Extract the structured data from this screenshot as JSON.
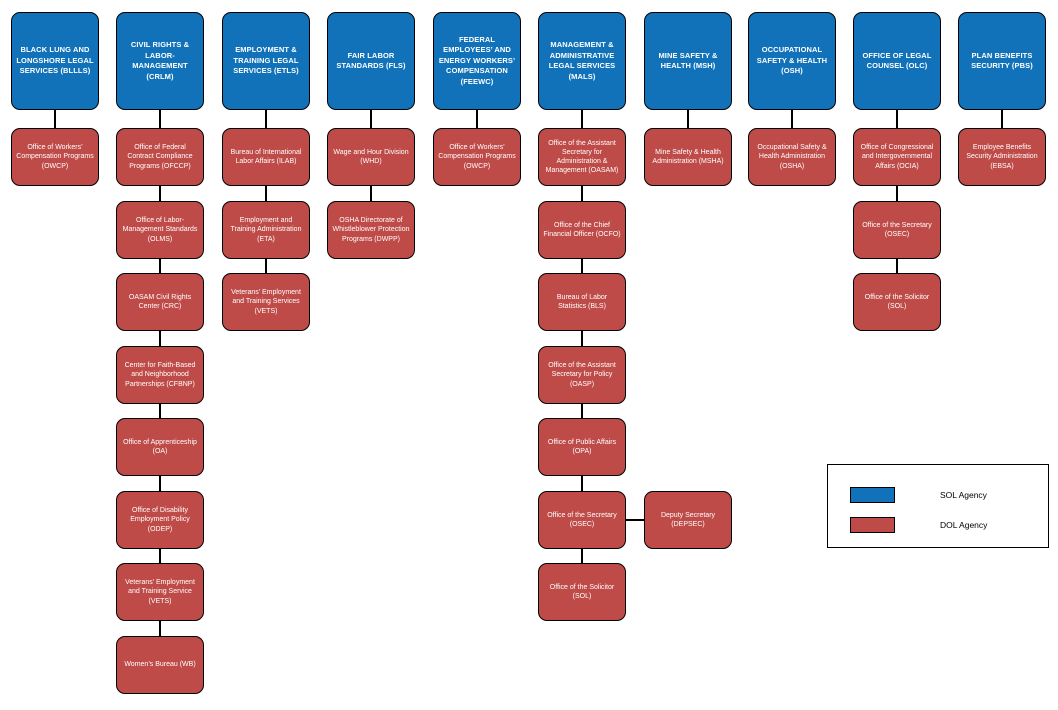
{
  "colors": {
    "sol_agency": "#1172BA",
    "dol_agency": "#BE4B48",
    "connector": "#000000",
    "background": "#FFFFFF"
  },
  "legend": {
    "items": [
      {
        "swatch": "sol-blue",
        "label": "SOL Agency"
      },
      {
        "swatch": "dol-red",
        "label": "DOL Agency"
      }
    ]
  },
  "columns": [
    {
      "header": "BLACK LUNG AND LONGSHORE LEGAL SERVICES (BLLLS)",
      "children": [
        "Office of Workers’ Compensation Programs (OWCP)"
      ]
    },
    {
      "header": "CIVIL RIGHTS & LABOR-MANAGEMENT (CRLM)",
      "children": [
        "Office of Federal Contract Compliance Programs (OFCCP)",
        "Office of Labor-Management Standards (OLMS)",
        "OASAM Civil Rights Center (CRC)",
        "Center for Faith-Based and Neighborhood Partnerships (CFBNP)",
        "Office of Apprenticeship (OA)",
        "Office of Disability Employment Policy (ODEP)",
        "Veterans’ Employment and Training Service (VETS)",
        "Women’s Bureau (WB)"
      ]
    },
    {
      "header": "EMPLOYMENT & TRAINING LEGAL SERVICES (ETLS)",
      "children": [
        "Bureau of International Labor Affairs (ILAB)",
        "Employment and Training Administration (ETA)",
        "Veterans’ Employment and Training Services (VETS)"
      ]
    },
    {
      "header": "FAIR LABOR STANDARDS (FLS)",
      "children": [
        "Wage and Hour Division (WHD)",
        "OSHA Directorate of Whistleblower Protection Programs (DWPP)"
      ]
    },
    {
      "header": "FEDERAL EMPLOYEES’ AND ENERGY WORKERS’ COMPENSATION (FEEWC)",
      "children": [
        "Office of Workers’ Compensation Programs (OWCP)"
      ]
    },
    {
      "header": "MANAGEMENT & ADMINISTRATIVE LEGAL SERVICES (MALS)",
      "children": [
        "Office of the Assistant Secretary for Administration & Management (OASAM)",
        "Office of the Chief Financial Officer (OCFO)",
        "Bureau of Labor Statistics (BLS)",
        "Office of the Assistant Secretary for Policy (OASP)",
        "Office of Public Affairs (OPA)",
        "Office of the Secretary (OSEC)",
        "Office of the Solicitor (SOL)"
      ],
      "side_child": "Deputy Secretary (DEPSEC)"
    },
    {
      "header": "MINE SAFETY & HEALTH (MSH)",
      "children": [
        "Mine Safety & Health Administration (MSHA)"
      ]
    },
    {
      "header": "OCCUPATIONAL SAFETY & HEALTH (OSH)",
      "children": [
        "Occupational Safety & Health Administration (OSHA)"
      ]
    },
    {
      "header": "OFFICE OF LEGAL COUNSEL (OLC)",
      "children": [
        "Office of Congressional and Intergovernmental Affairs (OCIA)",
        "Office of the Secretary (OSEC)",
        "Office of the Solicitor (SOL)"
      ]
    },
    {
      "header": "PLAN BENEFITS SECURITY (PBS)",
      "children": [
        "Employee Benefits Security Administration (EBSA)"
      ]
    }
  ]
}
